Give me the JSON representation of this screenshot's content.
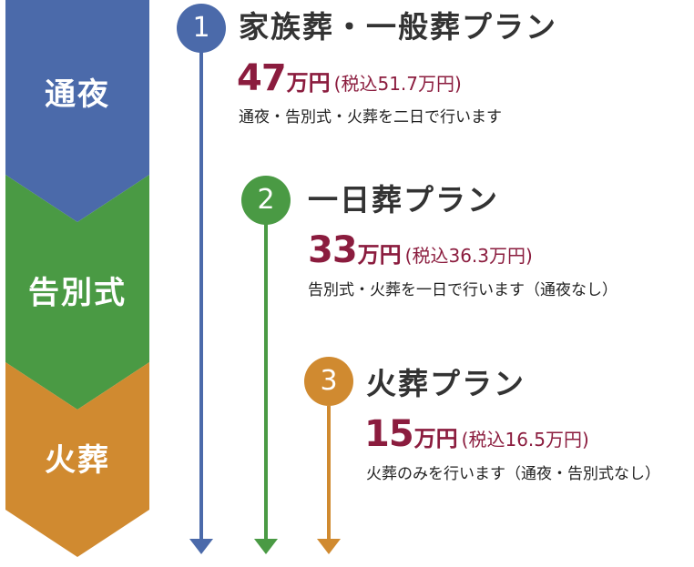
{
  "stages": [
    {
      "label": "通夜",
      "color": "#4b6aaa"
    },
    {
      "label": "告別式",
      "color": "#4a9a44"
    },
    {
      "label": "火葬",
      "color": "#d08a30"
    }
  ],
  "plans": [
    {
      "number": "1",
      "title": "家族葬・一般葬プラン",
      "price": "47",
      "unit": "万円",
      "tax_note": "(税込51.7万円)",
      "description": "通夜・告別式・火葬を二日で行います",
      "color": "#4b6aaa"
    },
    {
      "number": "2",
      "title": "一日葬プラン",
      "price": "33",
      "unit": "万円",
      "tax_note": "(税込36.3万円)",
      "description": "告別式・火葬を一日で行います（通夜なし）",
      "color": "#4a9a44"
    },
    {
      "number": "3",
      "title": "火葬プラン",
      "price": "15",
      "unit": "万円",
      "tax_note": "(税込16.5万円)",
      "description": "火葬のみを行います（通夜・告別式なし）",
      "color": "#d08a30"
    }
  ],
  "colors": {
    "price": "#8b1c3e",
    "title": "#333333",
    "description": "#222222"
  }
}
